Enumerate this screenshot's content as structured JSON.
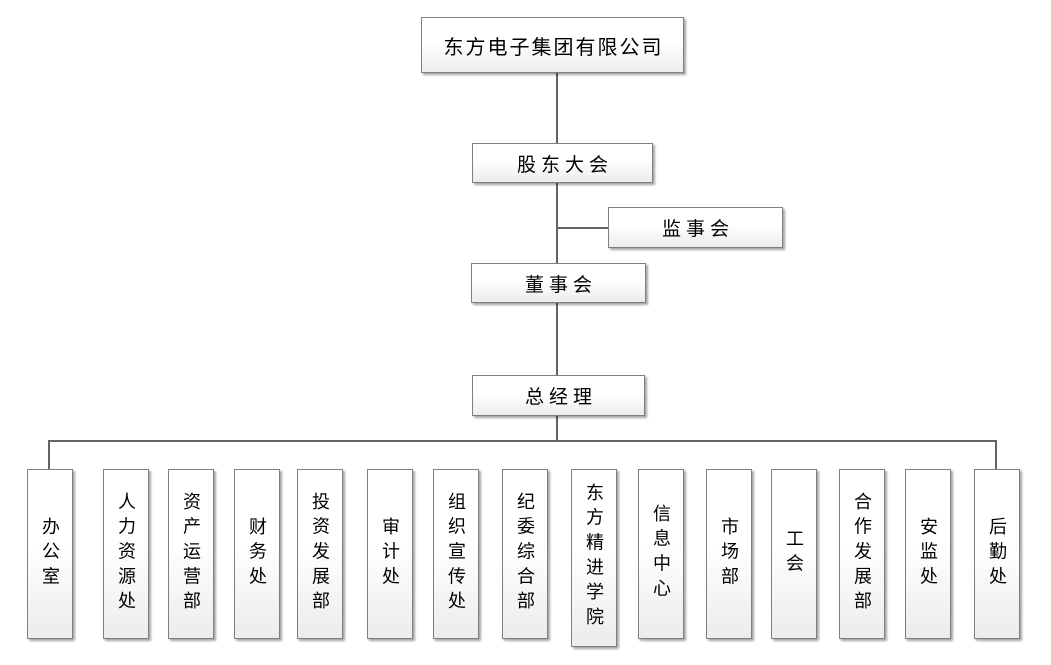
{
  "org_chart": {
    "nodes": {
      "company": {
        "label": "东方电子集团有限公司"
      },
      "shareholders_meeting": {
        "label": "股东大会"
      },
      "supervisory_board": {
        "label": "监事会"
      },
      "board_of_directors": {
        "label": "董事会"
      },
      "general_manager": {
        "label": "总经理"
      }
    },
    "departments": [
      {
        "label": "办公室"
      },
      {
        "label": "人力资源处"
      },
      {
        "label": "资产运营部"
      },
      {
        "label": "财务处"
      },
      {
        "label": "投资发展部"
      },
      {
        "label": "审计处"
      },
      {
        "label": "组织宣传处"
      },
      {
        "label": "纪委综合部"
      },
      {
        "label": "东方精进学院"
      },
      {
        "label": "信息中心"
      },
      {
        "label": "市场部"
      },
      {
        "label": "工会"
      },
      {
        "label": "合作发展部"
      },
      {
        "label": "安监处"
      },
      {
        "label": "后勤处"
      }
    ],
    "colors": {
      "background": "#ffffff",
      "box_border": "#7f7f7f",
      "box_fill_top": "#ffffff",
      "box_fill_bottom": "#ececec",
      "connector": "#646464",
      "text": "#000000"
    }
  }
}
